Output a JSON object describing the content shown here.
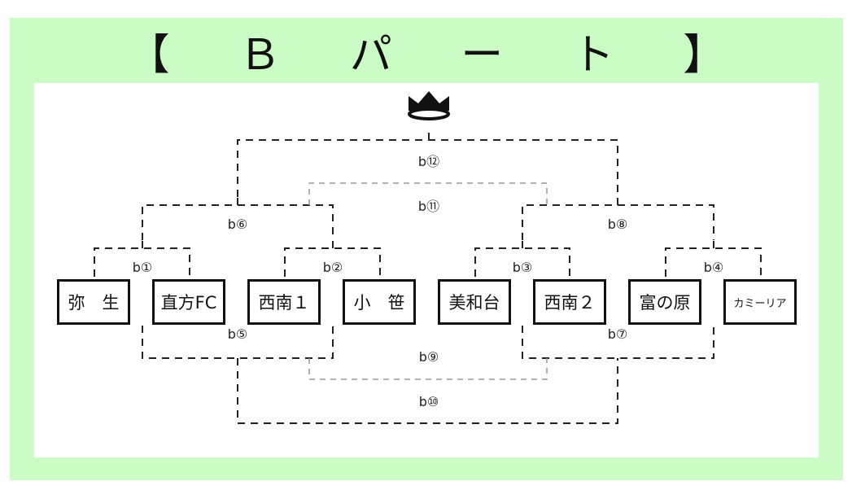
{
  "title": "【 Ｂ パ ー ト 】",
  "crown_icon": "crown-icon",
  "colors": {
    "frame": "#ccfcc6",
    "panel": "#ffffff",
    "line": "#222222",
    "light_line": "#999999"
  },
  "teams": [
    "弥　生",
    "直方FC",
    "西南１",
    "小　笹",
    "美和台",
    "西南２",
    "富の原",
    "カミーリア"
  ],
  "matches": {
    "b1": "b①",
    "b2": "b②",
    "b3": "b③",
    "b4": "b④",
    "b5": "b⑤",
    "b6": "b⑥",
    "b7": "b⑦",
    "b8": "b⑧",
    "b9": "b⑨",
    "b10": "b⑩",
    "b11": "b⑪",
    "b12": "b⑫"
  }
}
